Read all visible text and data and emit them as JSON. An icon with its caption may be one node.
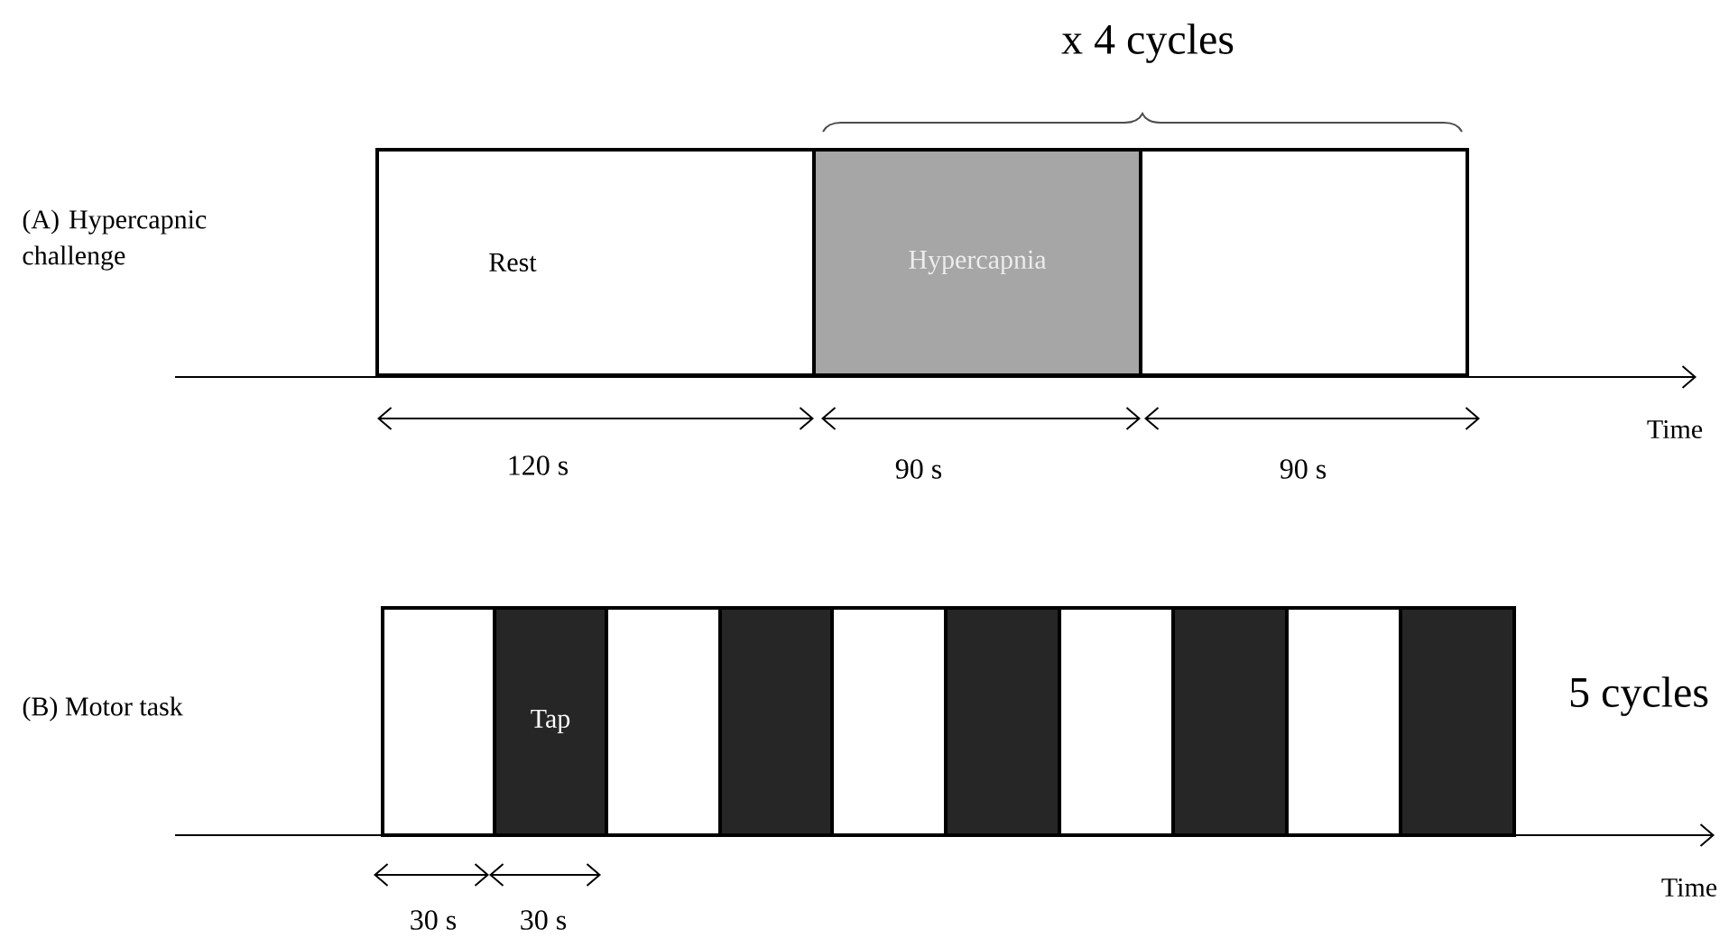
{
  "diagram": {
    "nodes": [
      {
        "text": [
          "Rest"
        ]
      },
      {
        "text": [
          "Hypercapnia"
        ]
      },
      {
        "text": [],
        "shape": "box"
      },
      {
        "text": [],
        "shape": "box"
      },
      {
        "text": [
          "Tap"
        ]
      },
      {
        "text": [],
        "shape": "box"
      },
      {
        "text": [],
        "shape": "box"
      },
      {
        "text": [],
        "shape": "box"
      },
      {
        "text": [],
        "shape": "box"
      },
      {
        "text": [],
        "shape": "box"
      },
      {
        "text": [],
        "shape": "box"
      },
      {
        "text": [],
        "shape": "box"
      },
      {
        "text": [],
        "shape": "box"
      }
    ],
    "labels": [
      "x 4 cycles",
      "(A) Hypercapnic challenge",
      "120 s",
      "90 s",
      "90 s",
      "Time",
      "(B) Motor task",
      "5 cycles",
      "30 s",
      "30 s",
      "Time"
    ]
  }
}
